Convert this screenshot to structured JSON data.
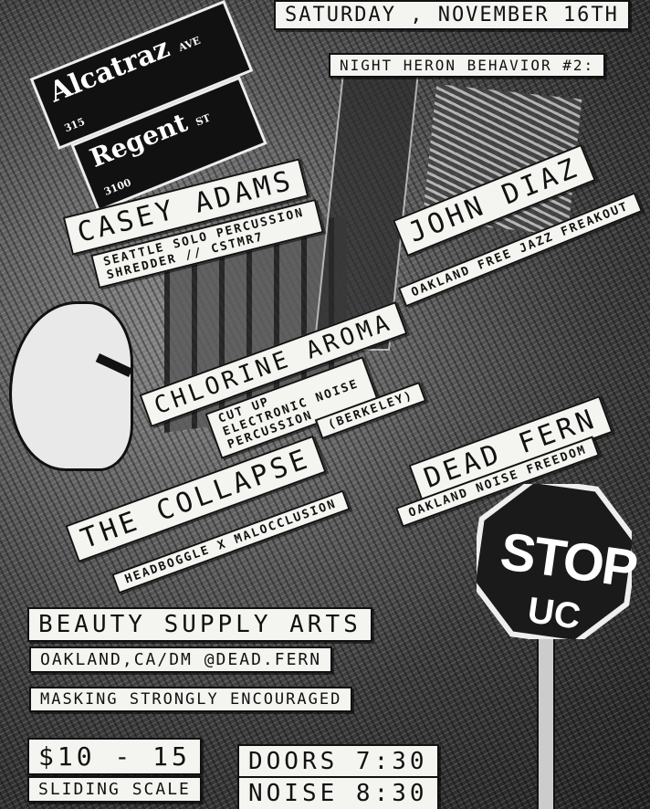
{
  "date": "SATURDAY , NOVEMBER 16TH",
  "series": "NIGHT HERON BEHAVIOR #2:",
  "street_signs": [
    {
      "name": "Alcatraz",
      "suffix": "AVE",
      "number": "315"
    },
    {
      "name": "Regent",
      "suffix": "ST",
      "number": "3100"
    }
  ],
  "acts": [
    {
      "name": "CASEY ADAMS",
      "desc": "SEATTLE SOLO PERCUSSION SHREDDER // CSTMR7"
    },
    {
      "name": "JOHN DIAZ",
      "desc": "OAKLAND FREE JAZZ FREAKOUT"
    },
    {
      "name": "CHLORINE AROMA",
      "desc": "CUT UP ELECTRONIC NOISE PERCUSSION",
      "extra": "(BERKELEY)"
    },
    {
      "name": "THE COLLAPSE",
      "desc": "HEADBOGGLE X MALOCCLUSION"
    },
    {
      "name": "DEAD FERN",
      "desc": "OAKLAND NOISE FREEDOM"
    }
  ],
  "stop_sign": {
    "word": "STOP",
    "graffiti": "UC"
  },
  "venue": "BEAUTY SUPPLY ARTS",
  "location": "OAKLAND,CA/DM @DEAD.FERN",
  "note": "MASKING STRONGLY ENCOURAGED",
  "price": "$10 - 15",
  "price_note": "SLIDING SCALE",
  "doors": "DOORS 7:30",
  "noise": "NOISE 8:30"
}
